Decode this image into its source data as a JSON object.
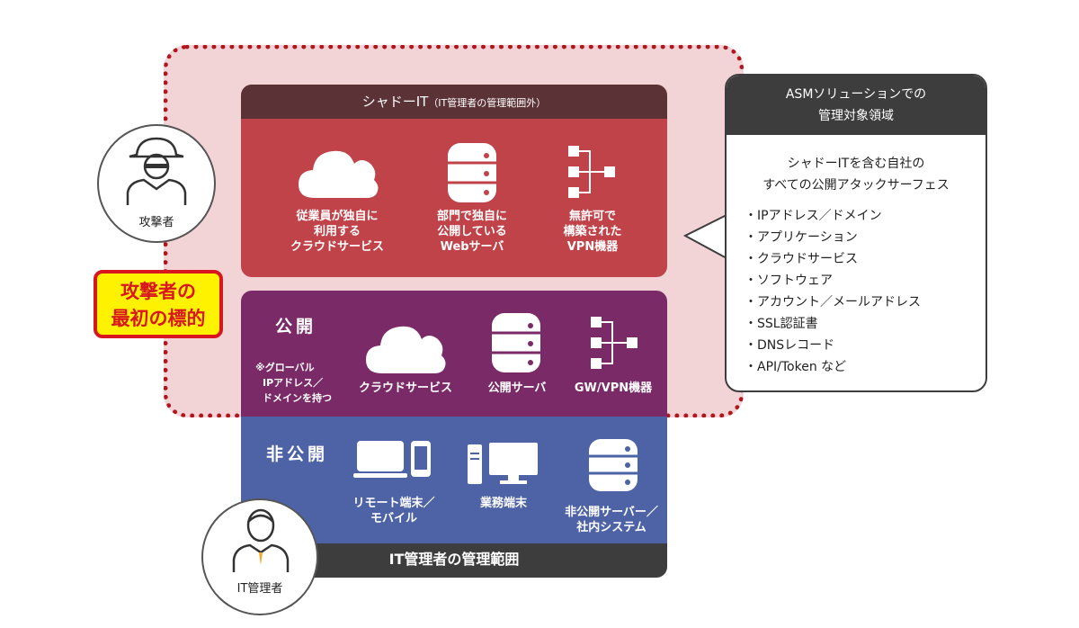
{
  "attacker": {
    "label": "攻撃者"
  },
  "badge": {
    "line1": "攻撃者の",
    "line2": "最初の標的"
  },
  "shadow_it": {
    "title": "シャドーIT",
    "subtitle": "（IT管理者の管理範囲外）",
    "items": [
      {
        "icon": "cloud-icon",
        "lines": [
          "従業員が独自に",
          "利用する",
          "クラウドサービス"
        ]
      },
      {
        "icon": "server-icon",
        "lines": [
          "部門で独自に",
          "公開している",
          "Webサーバ"
        ]
      },
      {
        "icon": "network-device-icon",
        "lines": [
          "無許可で",
          "構築された",
          "VPN機器"
        ]
      }
    ]
  },
  "public": {
    "title": "公開",
    "note": [
      "※グローバル",
      "IPアドレス／",
      "ドメインを持つ"
    ],
    "items": [
      {
        "icon": "cloud-icon",
        "label": "クラウドサービス"
      },
      {
        "icon": "server-icon",
        "label": "公開サーバ"
      },
      {
        "icon": "network-device-icon",
        "label": "GW/VPN機器"
      }
    ]
  },
  "private": {
    "title": "非公開",
    "items": [
      {
        "icon": "laptop-mobile-icon",
        "lines": [
          "リモート端末／",
          "モバイル"
        ]
      },
      {
        "icon": "desktop-icon",
        "lines": [
          "業務端末"
        ]
      },
      {
        "icon": "server-icon",
        "lines": [
          "非公開サーバー／",
          "社内システム"
        ]
      }
    ]
  },
  "it_scope": {
    "label": "IT管理者の管理範囲"
  },
  "it_admin": {
    "label": "IT管理者"
  },
  "callout": {
    "title_line1": "ASMソリューションでの",
    "title_line2": "管理対象領域",
    "sub_line1": "シャドーITを含む自社の",
    "sub_line2": "すべての公開アタックサーフェス",
    "items": [
      "IPアドレス／ドメイン",
      "アプリケーション",
      "クラウドサービス",
      "ソフトウェア",
      "アカウント／メールアドレス",
      "SSL認証書",
      "DNSレコード",
      "API/Token など"
    ]
  },
  "colors": {
    "zone_border": "#b1151d",
    "zone_fill": "#f2d3d6",
    "shadow": "#c0434a",
    "shadow_header": "#5b3336",
    "public": "#7a2a67",
    "private": "#4e63a5",
    "dark": "#3d3d3d",
    "badge_fill": "#fff200",
    "badge_text": "#d7161f"
  }
}
